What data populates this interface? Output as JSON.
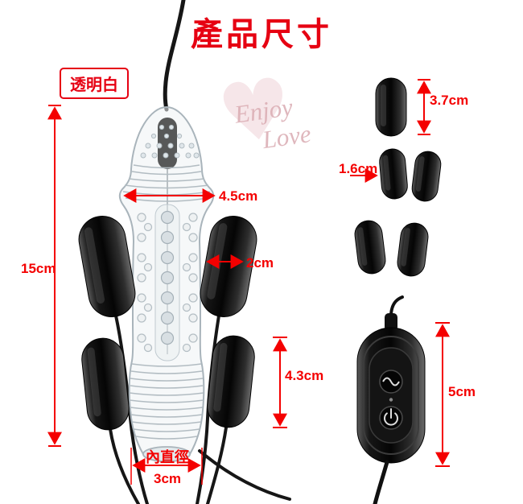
{
  "title": "產品尺寸",
  "variant": {
    "label": "透明白"
  },
  "watermark": {
    "heart": "♥",
    "line1": "Enjoy",
    "line2": "Love"
  },
  "measurements": {
    "sleeve_opening_width": "4.5cm",
    "total_height": "15cm",
    "bullet_diameter": "2cm",
    "bullet_length": "4.3cm",
    "inner_diameter_label": "內直徑",
    "inner_diameter_value": "3cm",
    "egg_length": "3.7cm",
    "egg_diameter": "1.6cm",
    "remote_length": "5cm"
  },
  "colors": {
    "accent_red": "#e60012",
    "arrow_red": "#f40000",
    "product_black": "#0a0a0a",
    "sleeve_gray": "#a9b4bb",
    "watermark_pink": "#e8c9cc"
  },
  "icons": {
    "vibration_button": "wave-icon",
    "power_button": "power-icon"
  }
}
